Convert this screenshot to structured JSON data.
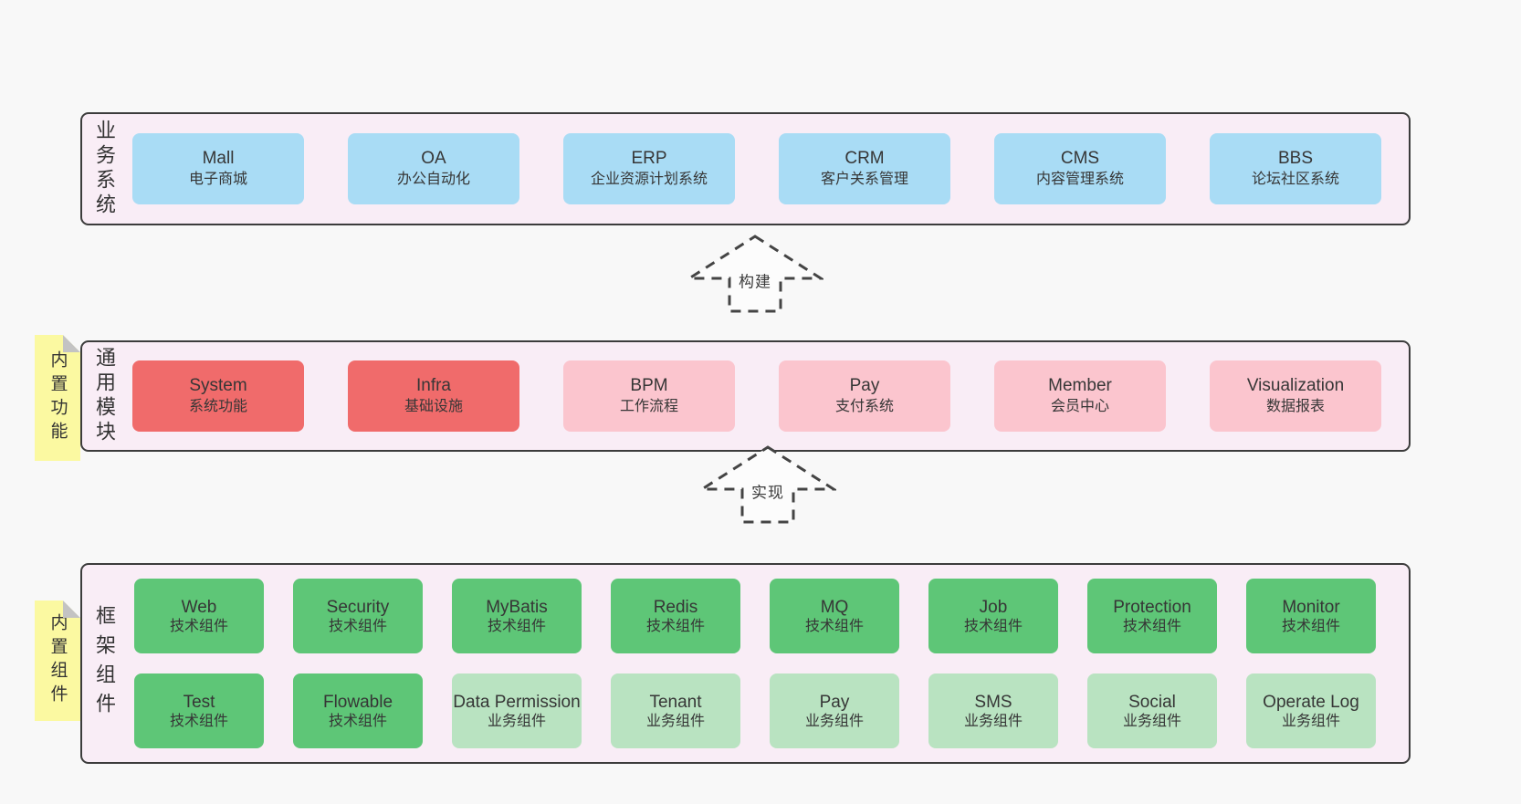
{
  "sections": {
    "business": {
      "label": "业务系统",
      "boxes": [
        {
          "name": "Mall",
          "sub": "电子商城"
        },
        {
          "name": "OA",
          "sub": "办公自动化"
        },
        {
          "name": "ERP",
          "sub": "企业资源计划系统"
        },
        {
          "name": "CRM",
          "sub": "客户关系管理"
        },
        {
          "name": "CMS",
          "sub": "内容管理系统"
        },
        {
          "name": "BBS",
          "sub": "论坛社区系统"
        }
      ]
    },
    "modules": {
      "label": "通用模块",
      "sticky": "内置功能",
      "boxes": [
        {
          "name": "System",
          "sub": "系统功能"
        },
        {
          "name": "Infra",
          "sub": "基础设施"
        },
        {
          "name": "BPM",
          "sub": "工作流程"
        },
        {
          "name": "Pay",
          "sub": "支付系统"
        },
        {
          "name": "Member",
          "sub": "会员中心"
        },
        {
          "name": "Visualization",
          "sub": "数据报表"
        }
      ]
    },
    "framework": {
      "label": "框架组件",
      "sticky": "内置组件",
      "row1": [
        {
          "name": "Web",
          "sub": "技术组件"
        },
        {
          "name": "Security",
          "sub": "技术组件"
        },
        {
          "name": "MyBatis",
          "sub": "技术组件"
        },
        {
          "name": "Redis",
          "sub": "技术组件"
        },
        {
          "name": "MQ",
          "sub": "技术组件"
        },
        {
          "name": "Job",
          "sub": "技术组件"
        },
        {
          "name": "Protection",
          "sub": "技术组件"
        },
        {
          "name": "Monitor",
          "sub": "技术组件"
        }
      ],
      "row2": [
        {
          "name": "Test",
          "sub": "技术组件"
        },
        {
          "name": "Flowable",
          "sub": "技术组件"
        },
        {
          "name": "Data Permission",
          "sub": "业务组件"
        },
        {
          "name": "Tenant",
          "sub": "业务组件"
        },
        {
          "name": "Pay",
          "sub": "业务组件"
        },
        {
          "name": "SMS",
          "sub": "业务组件"
        },
        {
          "name": "Social",
          "sub": "业务组件"
        },
        {
          "name": "Operate Log",
          "sub": "业务组件"
        }
      ]
    }
  },
  "arrows": {
    "build": "构建",
    "implement": "实现"
  },
  "colors": {
    "page_bg": "#f8f8f8",
    "section_bg": "#f9edf6",
    "section_border": "#3c3c3c",
    "box_blue": "#a9dcf5",
    "box_red": "#f06b6b",
    "box_pink": "#fbc5ce",
    "box_green": "#5ec677",
    "box_light_green": "#b9e3c1",
    "sticky_yellow": "#fbf9a1",
    "text": "#363636"
  }
}
